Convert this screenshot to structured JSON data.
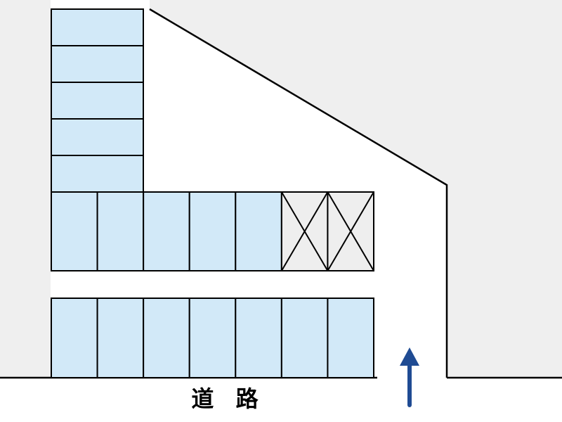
{
  "road": {
    "label": "道 路"
  },
  "colors": {
    "background_area": "#efefef",
    "parking_space": "#d2e9f8",
    "unavailable_space": "#eeeeee",
    "line": "#000000",
    "arrow": "#1f4b93"
  },
  "parking_lot": {
    "vertical_column": {
      "spaces": 5,
      "status": "available"
    },
    "upper_row": {
      "spaces": [
        "available",
        "available",
        "available",
        "available",
        "available",
        "unavailable",
        "unavailable"
      ]
    },
    "lower_row": {
      "spaces": [
        "available",
        "available",
        "available",
        "available",
        "available",
        "available",
        "available"
      ]
    }
  },
  "entrance": {
    "icon": "up-arrow-icon",
    "direction": "up"
  }
}
